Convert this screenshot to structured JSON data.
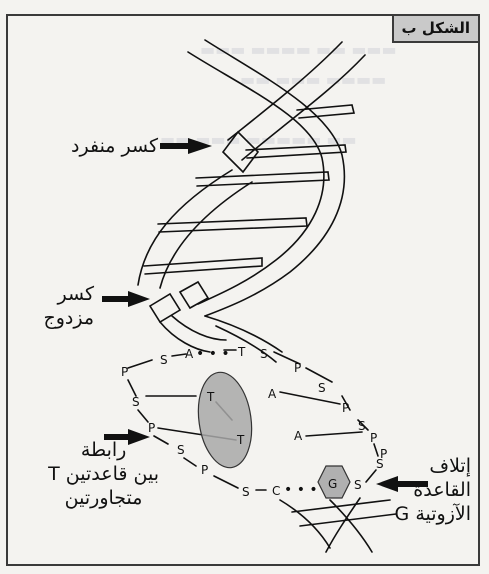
{
  "figure": {
    "tag": "الشكل ب"
  },
  "labels": {
    "single_break": "كسر منفرد",
    "double_break_line1": "كسر",
    "double_break_line2": "مزدوج",
    "thymine_bond_line1": "رابطة",
    "thymine_bond_line2": "بين قاعدتين T",
    "thymine_bond_line3": "متجاورتين",
    "base_damage_line1": "إتلاف",
    "base_damage_line2": "القاعدة",
    "base_damage_line3": "الآزوتية G"
  },
  "strand": {
    "top_row": [
      "S",
      "A",
      "T",
      "S",
      "P"
    ],
    "left_chain": [
      "P",
      "S",
      "P",
      "S",
      "P",
      "S"
    ],
    "bottom_row": [
      "C",
      "G",
      "S"
    ],
    "right_chain": [
      "S",
      "P",
      "S",
      "P",
      "S",
      "P"
    ],
    "inner_left": [
      "T",
      "T"
    ],
    "inner_right": [
      "A",
      "A"
    ]
  },
  "colors": {
    "ink": "#111111",
    "highlight_fill": "#a8a8a8",
    "frame": "#3a3a3a"
  }
}
